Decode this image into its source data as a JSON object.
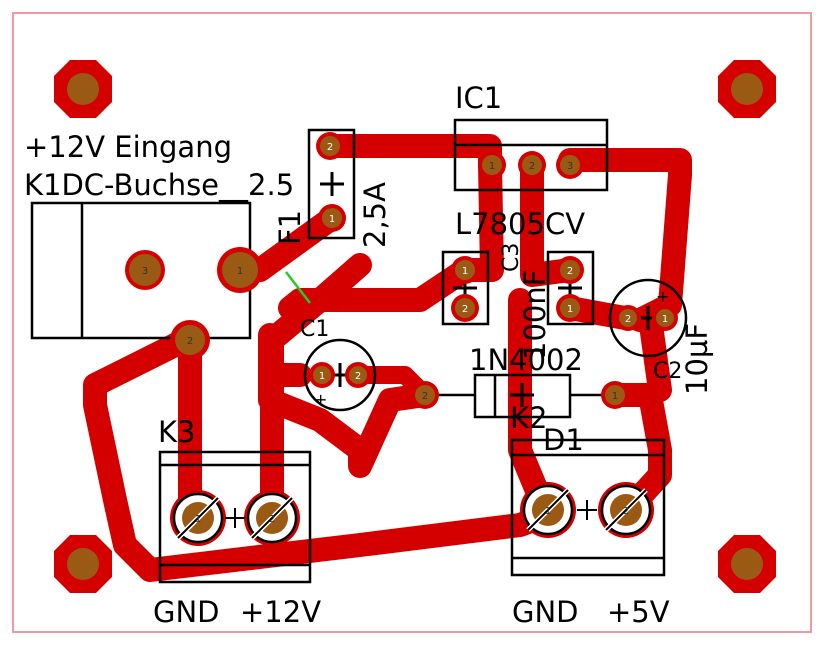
{
  "colors": {
    "board_bg": "#ffffff",
    "frame": "#ee9aa3",
    "copper": "#d40000",
    "silk": "#000000",
    "pad_fill": "#9a5a14",
    "pad_label": "#333333"
  },
  "labels": {
    "input_line1": "+12V Eingang",
    "input_line2": "K1DC-Buchse__2.5",
    "ic1": "IC1",
    "l7805": "L7805CV",
    "f1": "F1",
    "fuse_value": "2,5A",
    "c1": "C1",
    "c3": "C3",
    "c3_value": "100nF",
    "c2": "C2",
    "c2_value": "10µF",
    "diode_part": "1N4002",
    "d1": "D1",
    "k2": "K2",
    "k3": "K3",
    "k3_pin1": "GND",
    "k3_pin2": "+12V",
    "k2_pin1": "GND",
    "k2_pin2": "+5V",
    "pol_plus": "+"
  },
  "pads": {
    "p1": "1",
    "p2": "2",
    "p3": "3"
  }
}
